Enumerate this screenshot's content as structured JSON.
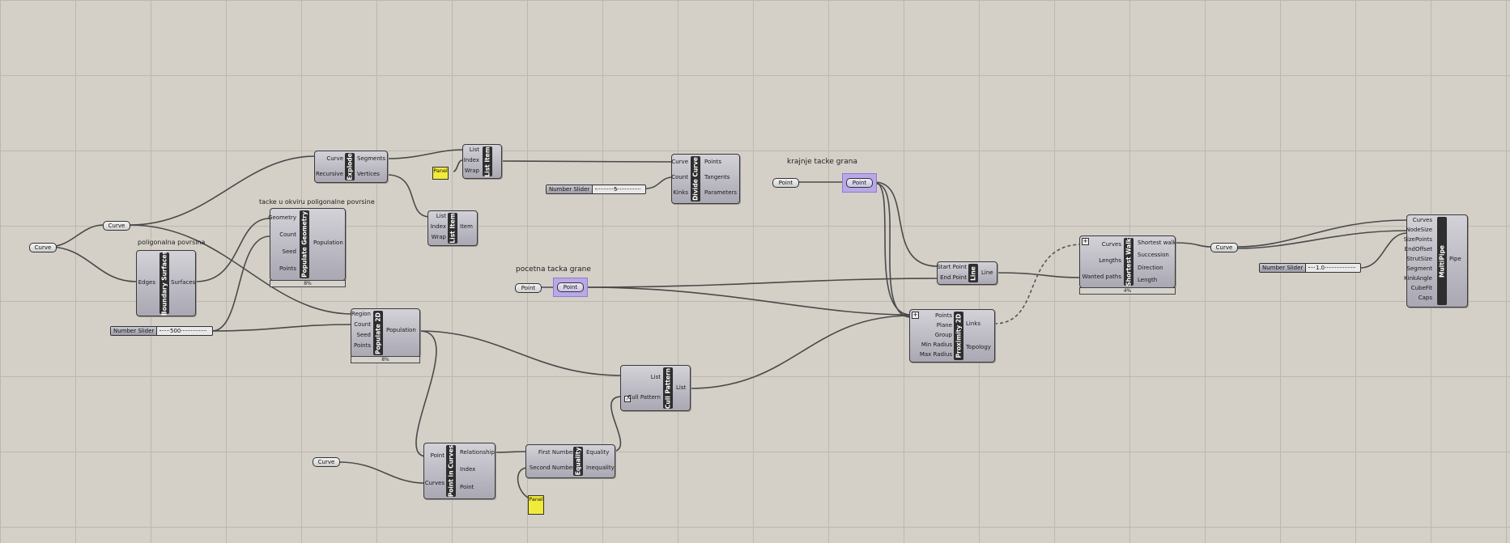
{
  "labels": {
    "krajnje": "krajnje tacke grana",
    "pocetna": "pocetna tacka grane",
    "tacke": "tacke u okviru poligonalne povrsine",
    "poligonalna": "poligonalna povrsina"
  },
  "params": {
    "curve_main": "Curve",
    "curve_mid": "Curve",
    "curve_bottom": "Curve",
    "curve_right": "Curve",
    "point_krajnje_a": "Point",
    "point_krajnje_b": "Point",
    "point_pocetna_a": "Point",
    "point_pocetna_b": "Point"
  },
  "sliders": {
    "divide": {
      "label": "Number Slider",
      "value": "5"
    },
    "populate": {
      "label": "Number Slider",
      "value": "500"
    },
    "multipipe": {
      "label": "Number Slider",
      "value": "1.0"
    }
  },
  "panels": {
    "top": "Panel",
    "bottom": "Panel"
  },
  "components": {
    "explode": {
      "title": "Explode",
      "inputs": [
        "Curve",
        "Recursive"
      ],
      "outputs": [
        "Segments",
        "Vertices"
      ]
    },
    "list_item_1": {
      "title": "List Item",
      "inputs": [
        "List",
        "Index",
        "Wrap"
      ],
      "outputs": []
    },
    "list_item_2": {
      "title": "List Item",
      "inputs": [
        "List",
        "Index",
        "Wrap"
      ],
      "outputs": [
        "Item"
      ]
    },
    "divide_curve": {
      "title": "Divide Curve",
      "inputs": [
        "Curve",
        "Count",
        "Kinks"
      ],
      "outputs": [
        "Points",
        "Tangents",
        "Parameters"
      ]
    },
    "boundary": {
      "title": "Boundary Surfaces",
      "inputs": [
        "Edges"
      ],
      "outputs": [
        "Surfaces"
      ]
    },
    "populate_geo": {
      "title": "Populate Geometry",
      "inputs": [
        "Geometry",
        "Count",
        "Seed",
        "Points"
      ],
      "outputs": [
        "Population"
      ],
      "progress": "8%"
    },
    "populate_2d": {
      "title": "Populate 2D",
      "inputs": [
        "Region",
        "Count",
        "Seed",
        "Points"
      ],
      "outputs": [
        "Population"
      ],
      "progress": "8%"
    },
    "line": {
      "title": "Line",
      "inputs": [
        "Start Point",
        "End Point"
      ],
      "outputs": [
        "Line"
      ]
    },
    "proximity": {
      "title": "Proximity 2D",
      "inputs": [
        "Points",
        "Plane",
        "Group",
        "Min Radius",
        "Max Radius"
      ],
      "outputs": [
        "Links",
        "Topology"
      ]
    },
    "shortest": {
      "title": "Shortest Walk",
      "inputs": [
        "Curves",
        "Lengths",
        "Wanted paths"
      ],
      "outputs": [
        "Shortest walk",
        "Succession",
        "Direction",
        "Length"
      ],
      "progress": "4%"
    },
    "multipipe": {
      "title": "MultiPipe",
      "inputs": [
        "Curves",
        "NodeSize",
        "SizePoints",
        "EndOffset",
        "StrutSize",
        "Segment",
        "KinkAngle",
        "CubeFit",
        "Caps"
      ],
      "outputs": [
        "Pipe"
      ]
    },
    "cull": {
      "title": "Cull Pattern",
      "inputs": [
        "List",
        "Cull Pattern"
      ],
      "outputs": [
        "List"
      ]
    },
    "point_in_curves": {
      "title": "Point in Curves",
      "inputs": [
        "Point",
        "Curves"
      ],
      "outputs": [
        "Relationship",
        "Index",
        "Point"
      ]
    },
    "equality": {
      "title": "Equality",
      "inputs": [
        "First Number",
        "Second Number"
      ],
      "outputs": [
        "Equality",
        "Inequality"
      ]
    }
  }
}
